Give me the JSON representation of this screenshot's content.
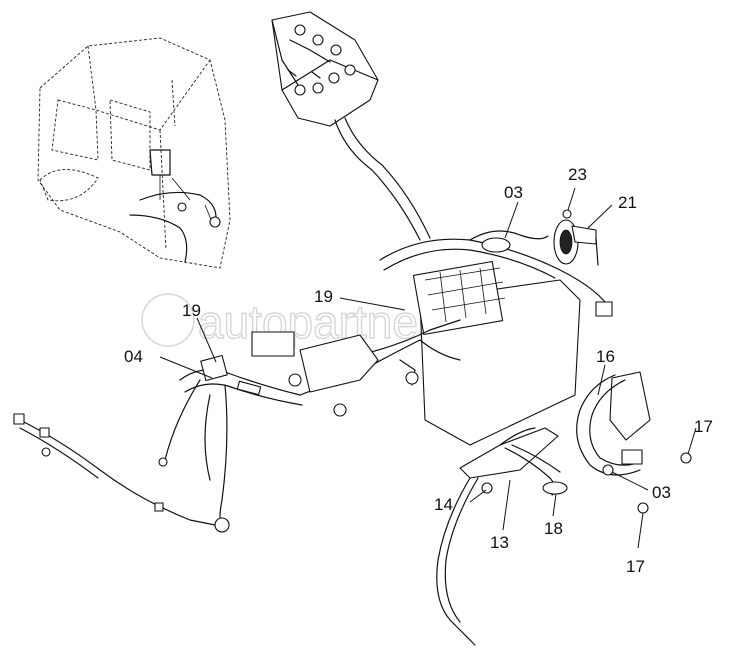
{
  "watermark": "autopartner.ru",
  "callouts": [
    {
      "id": "c03a",
      "label": "03"
    },
    {
      "id": "c23",
      "label": "23"
    },
    {
      "id": "c21",
      "label": "21"
    },
    {
      "id": "c19a",
      "label": "19"
    },
    {
      "id": "c19b",
      "label": "19"
    },
    {
      "id": "c04",
      "label": "04"
    },
    {
      "id": "c16",
      "label": "16"
    },
    {
      "id": "c17a",
      "label": "17"
    },
    {
      "id": "c03b",
      "label": "03"
    },
    {
      "id": "c14",
      "label": "14"
    },
    {
      "id": "c13",
      "label": "13"
    },
    {
      "id": "c18",
      "label": "18"
    },
    {
      "id": "c17b",
      "label": "17"
    }
  ]
}
